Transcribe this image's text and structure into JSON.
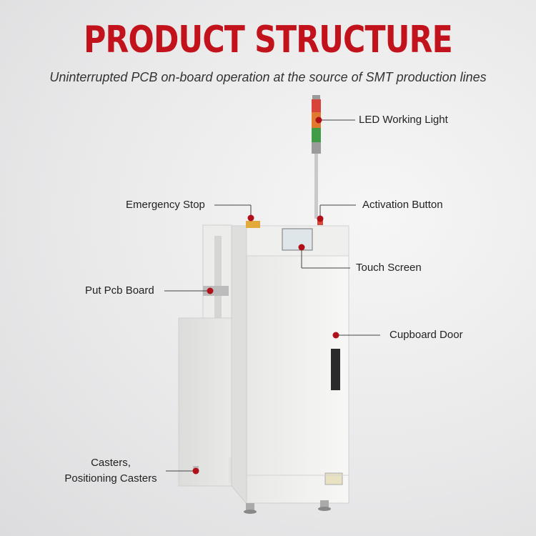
{
  "header": {
    "title": "PRODUCT STRUCTURE",
    "subtitle": "Uninterrupted PCB on-board operation at the source of SMT production lines"
  },
  "labels": {
    "led_working_light": "LED Working Light",
    "emergency_stop": "Emergency Stop",
    "activation_button": "Activation Button",
    "touch_screen": "Touch Screen",
    "put_pcb_board": "Put Pcb Board",
    "cupboard_door": "Cupboard Door",
    "casters_line1": "Casters,",
    "casters_line2": "Positioning Casters"
  },
  "colors": {
    "title": "#c2121b",
    "callout": "#b0101a",
    "machine": "#f1f1ef"
  }
}
